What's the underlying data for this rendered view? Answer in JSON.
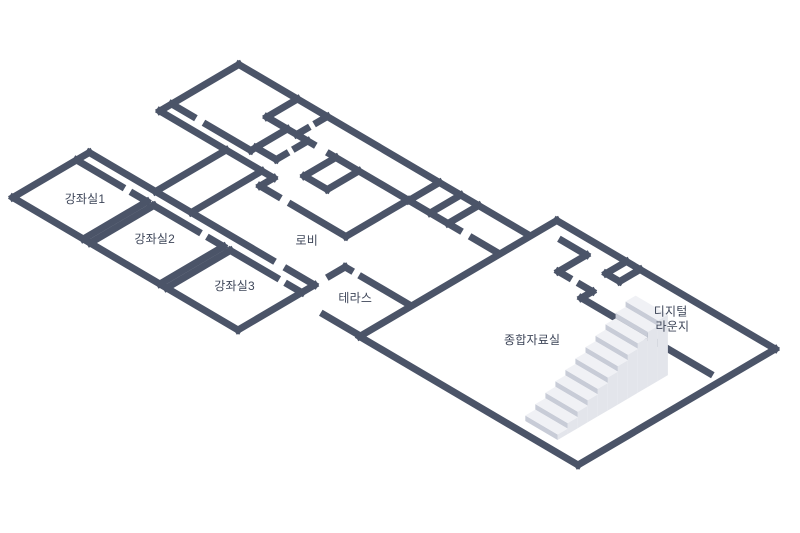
{
  "page": {
    "title": "isometric-floor-plan"
  },
  "colors": {
    "background": "#ffffff",
    "wall": "#4B5468",
    "label": "#3E4659",
    "stair_top": "#F0F1F5",
    "stair_front": "#C8CCD7",
    "stair_side": "#E3E5EB"
  },
  "floorplan": {
    "wall_stroke": 7,
    "walls": [
      [
        205,
        -190,
        205,
        -100
      ],
      [
        205,
        -190,
        470,
        -190
      ],
      [
        470,
        -190,
        470,
        -100
      ],
      [
        205,
        -100,
        420,
        -100
      ],
      [
        438,
        -100,
        470,
        -100
      ],
      [
        205,
        -115,
        258,
        -115
      ],
      [
        272,
        -115,
        288,
        -115
      ],
      [
        288,
        -190,
        288,
        -115
      ],
      [
        296,
        -190,
        296,
        -115
      ],
      [
        296,
        -115,
        348,
        -115
      ],
      [
        362,
        -115,
        378,
        -115
      ],
      [
        378,
        -190,
        378,
        -115
      ],
      [
        386,
        -190,
        386,
        -115
      ],
      [
        386,
        -115,
        440,
        -115
      ],
      [
        454,
        -115,
        470,
        -115
      ],
      [
        283,
        -100,
        283,
        -17
      ],
      [
        325,
        -100,
        325,
        -17
      ],
      [
        205,
        -17,
        205,
        76
      ],
      [
        205,
        76,
        544,
        76
      ],
      [
        205,
        -17,
        339,
        -17
      ],
      [
        339,
        -33,
        339,
        -17
      ],
      [
        339,
        -33,
        360,
        -33
      ],
      [
        376,
        -33,
        440,
        -33
      ],
      [
        440,
        -33,
        440,
        40
      ],
      [
        205,
        -3,
        230,
        -3
      ],
      [
        246,
        -3,
        298,
        -3
      ],
      [
        298,
        -3,
        298,
        40
      ],
      [
        274,
        40,
        274,
        76
      ],
      [
        309,
        40,
        309,
        52
      ],
      [
        309,
        64,
        309,
        76
      ],
      [
        274,
        40,
        328,
        40
      ],
      [
        348,
        40,
        500,
        40
      ],
      [
        516,
        40,
        544,
        40
      ],
      [
        298,
        3,
        322,
        3
      ],
      [
        322,
        3,
        322,
        14
      ],
      [
        322,
        26,
        322,
        40
      ],
      [
        355,
        3,
        355,
        40
      ],
      [
        355,
        3,
        382,
        3
      ],
      [
        382,
        3,
        382,
        40
      ],
      [
        441,
        40,
        441,
        76
      ],
      [
        466,
        40,
        466,
        76
      ],
      [
        487,
        40,
        487,
        76
      ],
      [
        470,
        -64,
        476,
        -64
      ],
      [
        490,
        -64,
        544,
        -64
      ],
      [
        470,
        -82,
        470,
        -64
      ],
      [
        505,
        -124,
        548,
        -124
      ],
      [
        548,
        -125,
        548,
        107
      ],
      [
        548,
        107,
        805,
        107
      ],
      [
        805,
        -125,
        805,
        107
      ],
      [
        548,
        -125,
        805,
        -125
      ],
      [
        571,
        90,
        600,
        90
      ],
      [
        600,
        57,
        600,
        90
      ],
      [
        600,
        57,
        612,
        57
      ],
      [
        626,
        57,
        640,
        57
      ],
      [
        640,
        44,
        640,
        57
      ],
      [
        640,
        44,
        791,
        44
      ],
      [
        630,
        83,
        646,
        83
      ],
      [
        630,
        83,
        630,
        107
      ],
      [
        646,
        83,
        646,
        107
      ]
    ],
    "stairs": {
      "u1": 730,
      "u2": 768,
      "v0": -112,
      "steps": 11,
      "depth": 11.8,
      "rise": 5.5
    },
    "rooms": [
      {
        "id": "lecture-room-1",
        "label": "강좌실1",
        "lu": 250,
        "lv": -150
      },
      {
        "id": "lecture-room-2",
        "label": "강좌실2",
        "lu": 331,
        "lv": -149
      },
      {
        "id": "lecture-room-3",
        "label": "강좌실3",
        "lu": 425,
        "lv": -149
      },
      {
        "id": "lobby",
        "label": "로비",
        "lu": 422,
        "lv": -61
      },
      {
        "id": "terrace",
        "label": "테라스",
        "lu": 508,
        "lv": -90
      },
      {
        "id": "reference-room",
        "label": "종합자료실",
        "lu": 654,
        "lv": -28
      },
      {
        "id": "digital-lounge",
        "lines": [
          "디지털",
          "라운지"
        ],
        "lu": 714,
        "lv": 77
      }
    ]
  }
}
